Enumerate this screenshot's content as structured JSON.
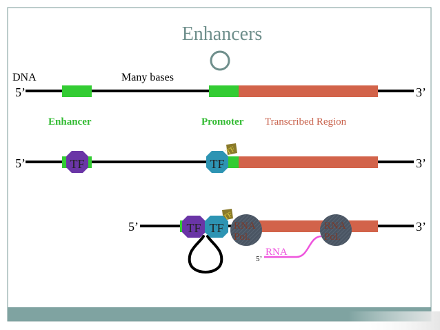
{
  "title": "Enhancers",
  "labels": {
    "dna": "DNA",
    "many_bases": "Many bases",
    "five_prime": "5’",
    "three_prime": "3’",
    "enhancer": "Enhancer",
    "promoter": "Promoter",
    "transcribed_region": "Transcribed Region",
    "tf": "TF",
    "rna_pol_line1": "RNA",
    "rna_pol_line2": "Pol.",
    "rna": "RNA",
    "rna_five_prime": "5’"
  },
  "colors": {
    "title": "#6f8f8c",
    "frame": "#7a9a97",
    "footer_bar": "#7fa3a1",
    "dna_line": "#000000",
    "enhancer": "#33cc33",
    "enhancer_label": "#33bb33",
    "promoter_label": "#33bb33",
    "transcribed": "#d2634a",
    "transcribed_label": "#c8624c",
    "tf_enhancer": "#6a35a6",
    "tf_promoter": "#2d94b3",
    "tf_small": "#8a7a2a",
    "rna_pol": "#4a5563",
    "rna_pol_text": "#7a3a2a",
    "rna": "#ee55dd",
    "circle_ornament": "#6f8f8c"
  }
}
